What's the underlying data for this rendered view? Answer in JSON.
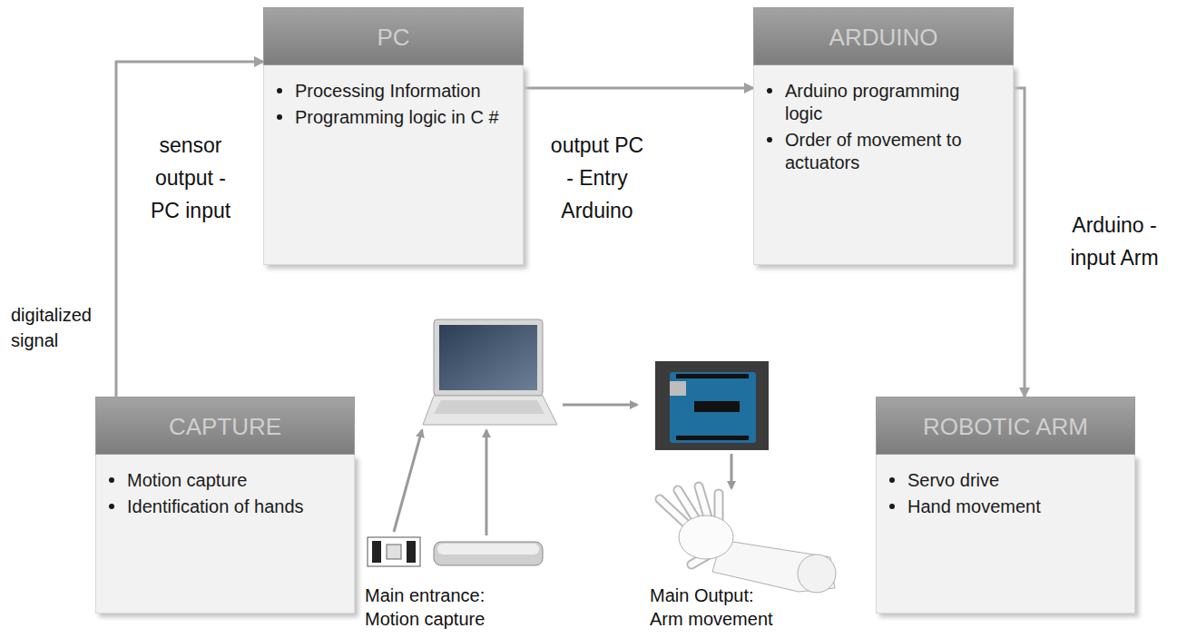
{
  "diagram": {
    "nodes": [
      {
        "text": [
          "PC",
          "Processing Information",
          "Programming logic in C #"
        ]
      },
      {
        "text": [
          "ARDUINO",
          "Arduino programming logic",
          "Order of movement to actuators"
        ]
      },
      {
        "text": [
          "CAPTURE",
          "Motion capture",
          "Identification of hands"
        ]
      },
      {
        "text": [
          "ROBOTIC ARM",
          "Servo drive",
          "Hand movement"
        ]
      }
    ],
    "edges": [
      {
        "from": 2,
        "to": 0,
        "arrow": "to"
      },
      {
        "from": 0,
        "to": 1,
        "arrow": "to"
      },
      {
        "from": 1,
        "to": 3,
        "arrow": "to"
      }
    ],
    "labels": [
      "sensor output - PC input",
      "output PC - Entry Arduino",
      "Arduino - input Arm",
      "digitalized signal",
      "Main entrance: Motion capture",
      "Main Output: Arm movement"
    ]
  }
}
